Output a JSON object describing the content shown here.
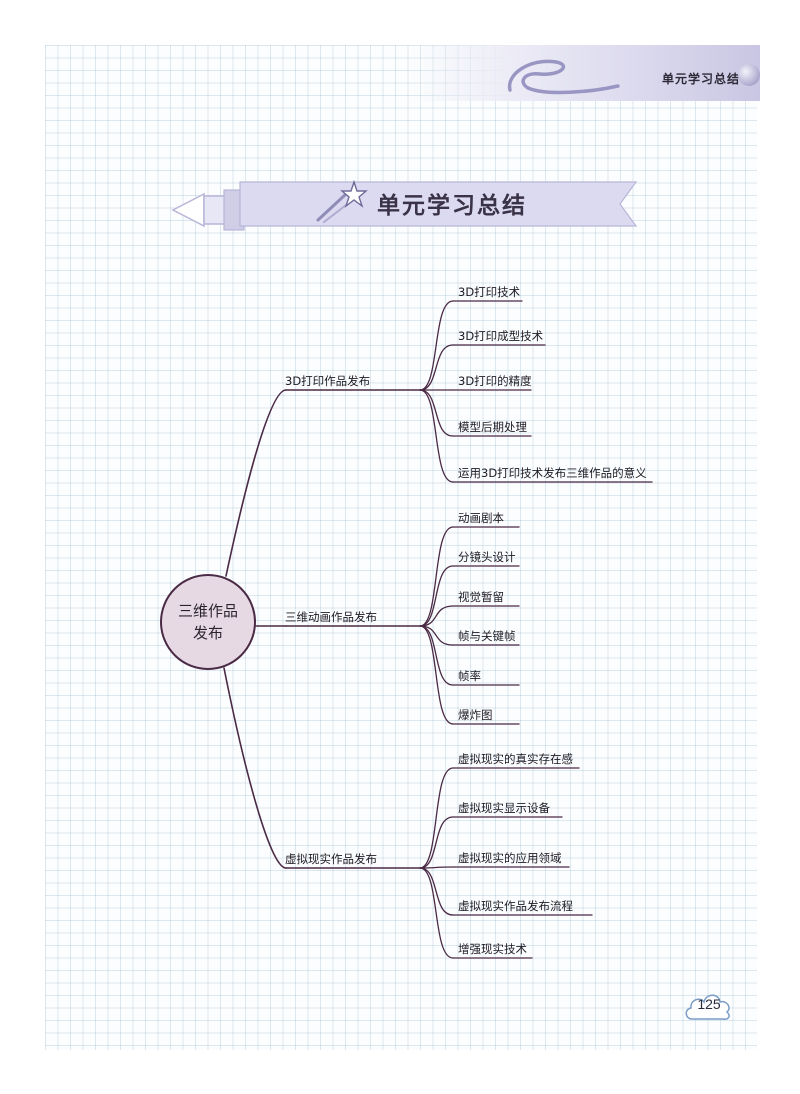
{
  "header": {
    "title": "单元学习总结"
  },
  "banner": {
    "title": "单元学习总结"
  },
  "mindmap": {
    "root": {
      "line1": "三维作品",
      "line2": "发布"
    },
    "branches": [
      {
        "label": "3D打印作品发布",
        "leaves": [
          "3D打印技术",
          "3D打印成型技术",
          "3D打印的精度",
          "模型后期处理",
          "运用3D打印技术发布三维作品的意义"
        ]
      },
      {
        "label": "三维动画作品发布",
        "leaves": [
          "动画剧本",
          "分镜头设计",
          "视觉暂留",
          "帧与关键帧",
          "帧率",
          "爆炸图"
        ]
      },
      {
        "label": "虚拟现实作品发布",
        "leaves": [
          "虚拟现实的真实存在感",
          "虚拟现实显示设备",
          "虚拟现实的应用领域",
          "虚拟现实作品发布流程",
          "增强现实技术"
        ]
      }
    ]
  },
  "page": {
    "number": "125"
  },
  "colors": {
    "line": "#4a2a45",
    "root_fill": "#e6d9e4",
    "root_stroke": "#4a2a45",
    "banner_fill": "#dcdaf0",
    "banner_stroke": "#b9b5d8"
  }
}
